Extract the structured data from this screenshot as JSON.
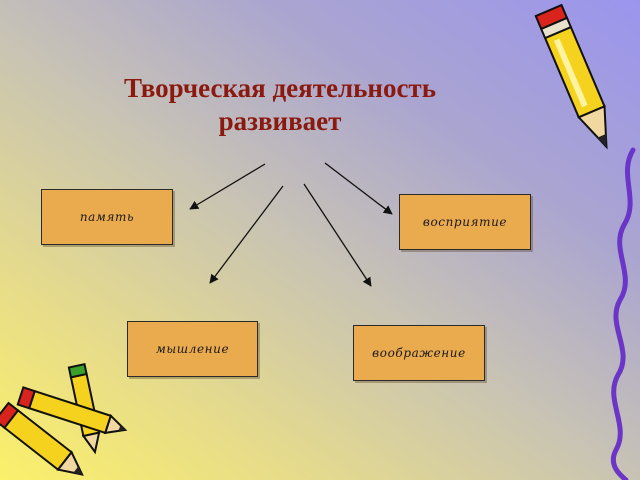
{
  "title_line1": "Творческая деятельность",
  "title_line2": "развивает",
  "nodes": {
    "memory": "память",
    "perception": "восприятие",
    "thinking": "мышление",
    "imagination": "воображение"
  },
  "colors": {
    "title": "#8a1a10",
    "box_fill": "#eaaa4e",
    "pencil_yellow": "#f5d21e",
    "pencil_red": "#d8241c",
    "ribbon": "#6b35c8"
  },
  "decor": [
    "pencil-icon",
    "pencils-cluster-icon",
    "wavy-ribbon-icon"
  ]
}
